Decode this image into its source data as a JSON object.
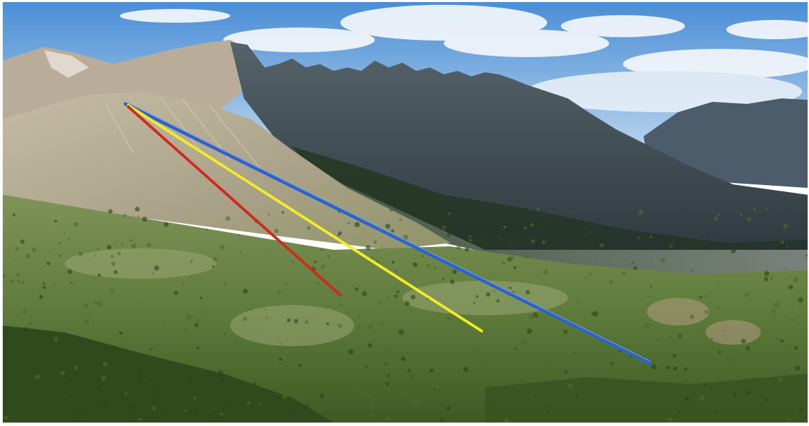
{
  "scene": {
    "subject": "aerial-mountain-valley",
    "palette": {
      "sky_top": "#4a8ed6",
      "sky_bottom": "#cfe2f1",
      "cloud": "#f4f7fb",
      "ridge_dark": "#3a4650",
      "ridge_mid": "#56636b",
      "slope_tan": "#b4aa92",
      "valley_green": "#5f7c3c",
      "forest_dark": "#2f4a1c",
      "meadow_light": "#8aa060"
    },
    "overlay_lines": [
      {
        "name": "red-line",
        "color": "#d02a20"
      },
      {
        "name": "yellow-line",
        "color": "#f2ea2a"
      },
      {
        "name": "blue-line",
        "color": "#2d63c8"
      }
    ]
  }
}
